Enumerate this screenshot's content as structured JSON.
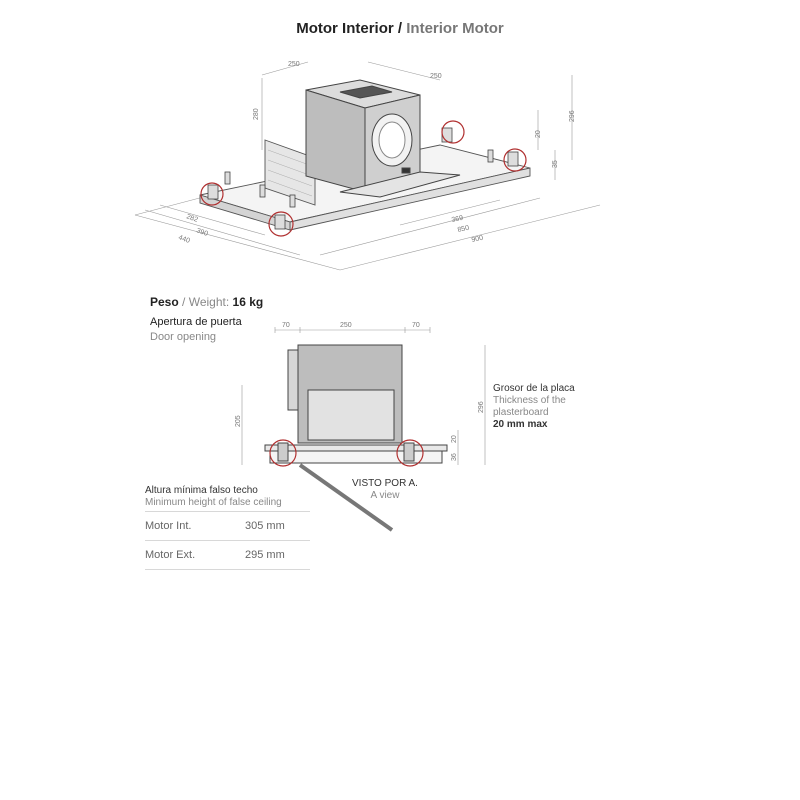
{
  "title": {
    "es": "Motor Interior",
    "sep": "/",
    "en": "Interior Motor"
  },
  "top_dims": {
    "d250a": "250",
    "d250b": "250",
    "d280": "280",
    "d296": "296",
    "d20": "20",
    "d35": "35",
    "d282": "282",
    "d390": "390",
    "d440": "440",
    "d369": "369",
    "d850": "850",
    "d900": "900"
  },
  "weight": {
    "label_es": "Peso",
    "sep": "/",
    "label_en": "Weight:",
    "value": "16 kg"
  },
  "door": {
    "es": "Apertura de puerta",
    "en": "Door opening"
  },
  "front_dims": {
    "d70a": "70",
    "d250": "250",
    "d70b": "70",
    "d205": "205",
    "d296": "296",
    "d20": "20",
    "d36": "36"
  },
  "plasterboard": {
    "es": "Grosor de la placa",
    "en_line1": "Thickness of the",
    "en_line2": "plasterboard",
    "value": "20 mm max"
  },
  "view": {
    "es": "VISTO POR A.",
    "en": "A view"
  },
  "false_ceiling": {
    "es": "Altura mínima falso techo",
    "en": "Minimum height of false ceiling",
    "rows": [
      {
        "label": "Motor Int.",
        "value": "305 mm"
      },
      {
        "label": "Motor Ext.",
        "value": "295 mm"
      }
    ]
  },
  "colors": {
    "line": "#555555",
    "dim": "#888888",
    "highlight": "#b03030"
  }
}
